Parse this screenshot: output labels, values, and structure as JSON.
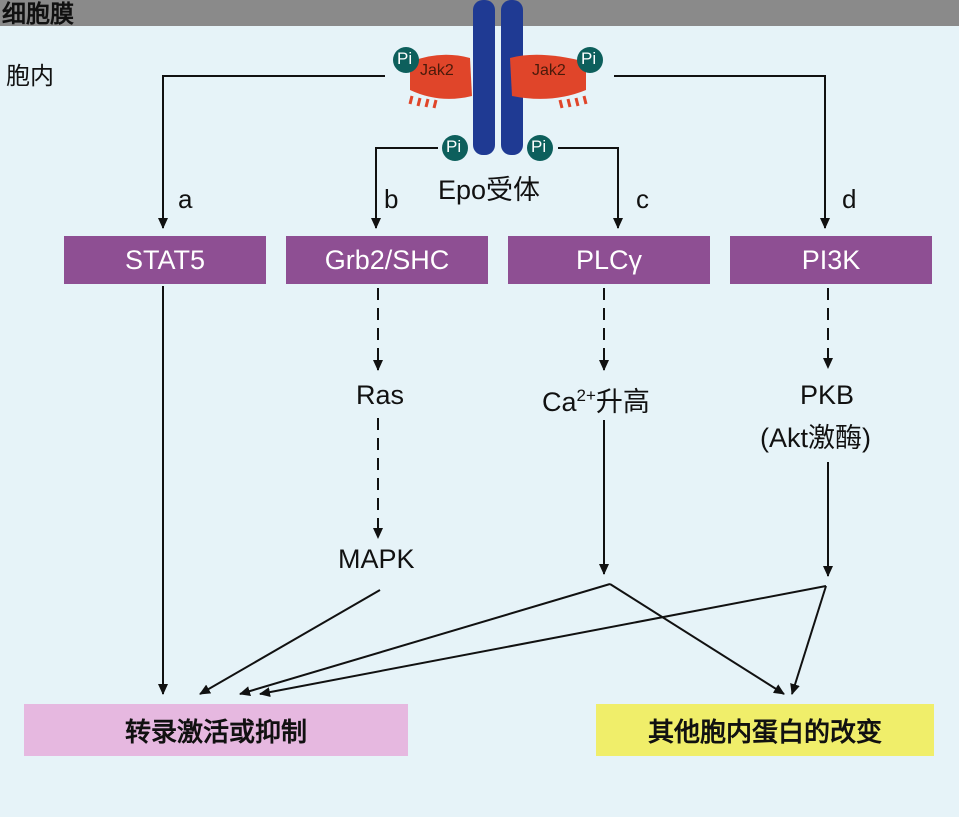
{
  "colors": {
    "background": "#e6f3f8",
    "membrane": "#8a8a8a",
    "receptor": "#1f3a93",
    "jak": "#e0452a",
    "pi": "#0d5f5c",
    "pill": "#8e4f93",
    "out_left": "#e6b8e0",
    "out_right": "#f0ee6a"
  },
  "labels": {
    "membrane": "细胞膜",
    "cytoplasm": "胞内",
    "receptor": "Epo受体",
    "jak": "Jak2",
    "pi": "Pi"
  },
  "branches": {
    "a": "a",
    "b": "b",
    "c": "c",
    "d": "d"
  },
  "proteins": {
    "stat5": "STAT5",
    "grb2": "Grb2/SHC",
    "plc": "PLCγ",
    "pi3k": "PI3K"
  },
  "intermediates": {
    "ras": "Ras",
    "mapk": "MAPK",
    "ca": "Ca",
    "ca_sup": "2+",
    "ca_tail": "升高",
    "pkb": "PKB",
    "akt": "(Akt激酶)"
  },
  "outcomes": {
    "left": "转录激活或抑制",
    "right": "其他胞内蛋白的改变"
  }
}
